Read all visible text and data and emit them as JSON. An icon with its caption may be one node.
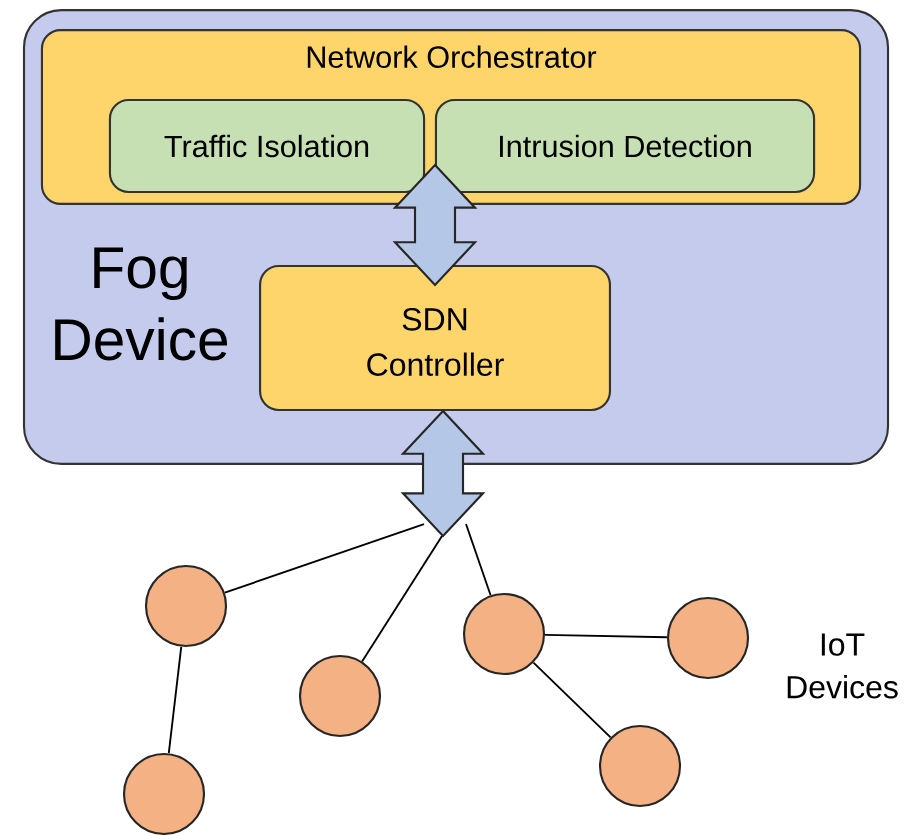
{
  "diagram": {
    "nodes": [
      {
        "text": [
          "Fog Device"
        ]
      },
      {
        "text": [
          "Network Orchestrator"
        ],
        "in": 0
      },
      {
        "text": [
          "Traffic Isolation"
        ],
        "in": 1
      },
      {
        "text": [
          "Intrusion Detection"
        ],
        "in": 1
      },
      {
        "text": [
          "SDN Controller"
        ],
        "in": 0
      },
      {
        "text": [],
        "shape": "circle"
      },
      {
        "text": [],
        "shape": "circle"
      },
      {
        "text": [],
        "shape": "circle"
      },
      {
        "text": [],
        "shape": "circle"
      },
      {
        "text": [],
        "shape": "circle"
      },
      {
        "text": [],
        "shape": "circle"
      }
    ],
    "edges": [
      {
        "from": 1,
        "to": 4,
        "arrow": "both",
        "style": "thick",
        "color": "#b4c7e7"
      },
      {
        "from": 4,
        "to": null,
        "arrow": "both",
        "style": "thick",
        "color": "#b4c7e7"
      },
      {
        "from": null,
        "to": 5,
        "arrow": "none"
      },
      {
        "from": null,
        "to": 8,
        "arrow": "none"
      },
      {
        "from": null,
        "to": 6,
        "arrow": "none"
      },
      {
        "from": 5,
        "to": 10,
        "arrow": "none"
      },
      {
        "from": 6,
        "to": 7,
        "arrow": "none"
      },
      {
        "from": 6,
        "to": 9,
        "arrow": "none"
      }
    ],
    "labels": [
      "IoT Devices"
    ]
  }
}
